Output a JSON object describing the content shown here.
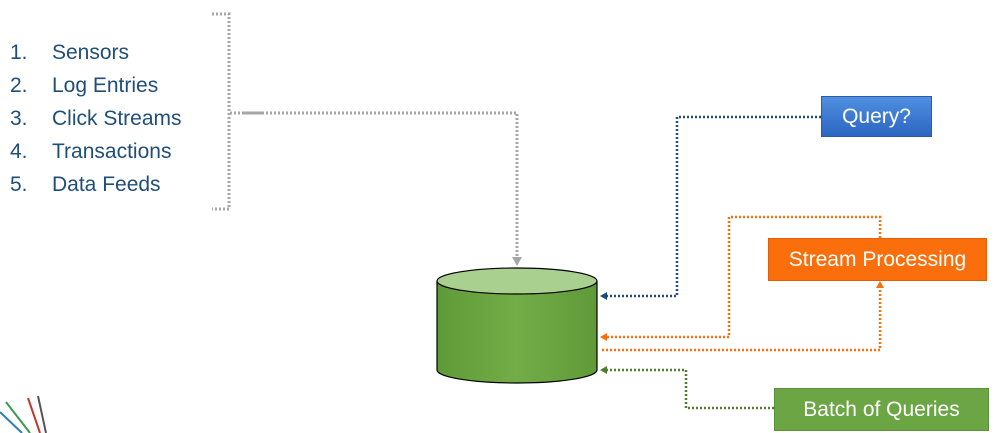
{
  "sources": [
    {
      "num": "1.",
      "label": "Sensors"
    },
    {
      "num": "2.",
      "label": "Log Entries"
    },
    {
      "num": "3.",
      "label": "Click Streams"
    },
    {
      "num": "4.",
      "label": "Transactions"
    },
    {
      "num": "5.",
      "label": "Data Feeds"
    }
  ],
  "boxes": {
    "query": "Query?",
    "stream": "Stream Processing",
    "batch": "Batch of Queries"
  },
  "colors": {
    "list_text": "#1f4e79",
    "gray_line": "#a6a6a6",
    "query_line": "#1f4e79",
    "stream_line": "#fb6e0c",
    "batch_line": "#4e7d2c",
    "db_body": "#6ca644",
    "db_top": "#a9d08e"
  }
}
